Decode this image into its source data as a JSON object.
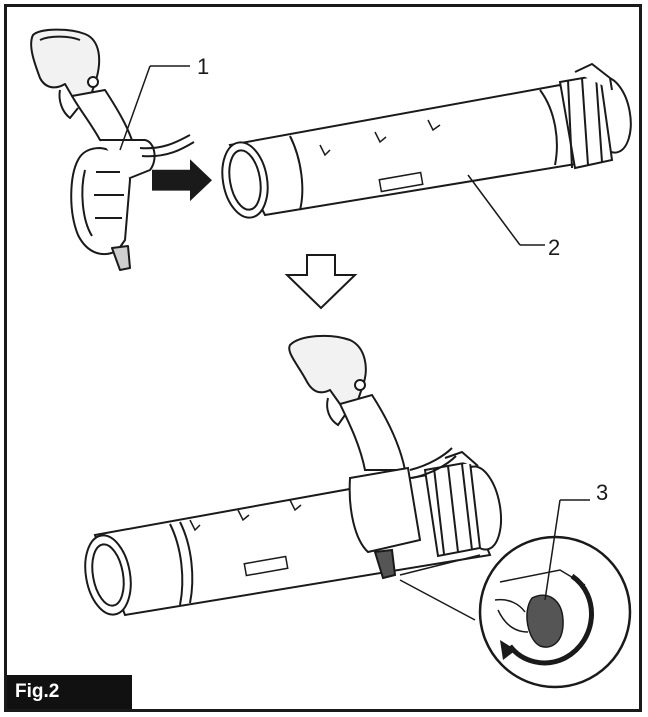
{
  "figure": {
    "label": "Fig.2"
  },
  "callouts": [
    {
      "number": "1",
      "part": "handle"
    },
    {
      "number": "2",
      "part": "pipe"
    },
    {
      "number": "3",
      "part": "lock-lever"
    }
  ],
  "colors": {
    "line": "#1a1a1a",
    "fill": "#ffffff",
    "shade": "#cfcfcf",
    "dark": "#555555"
  }
}
